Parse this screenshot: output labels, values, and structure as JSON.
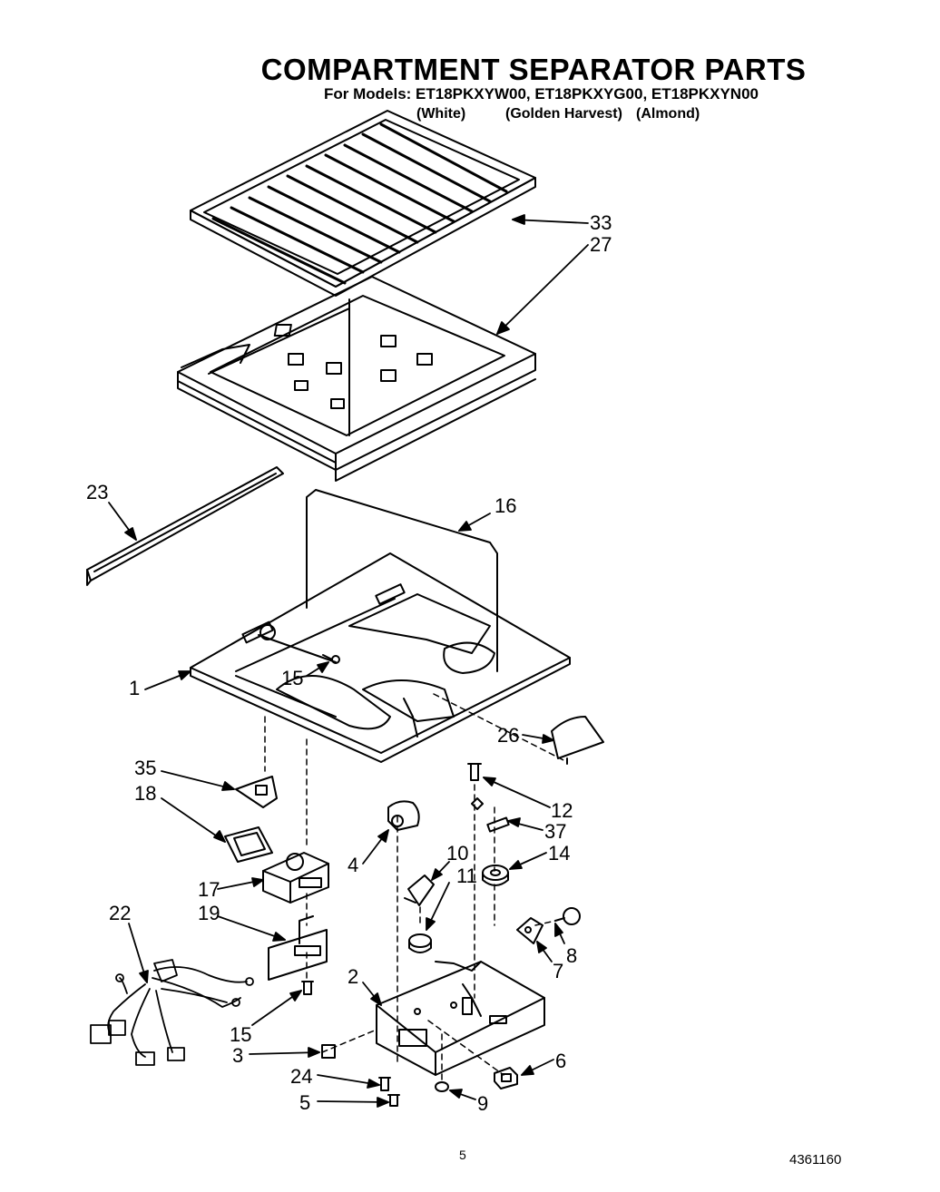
{
  "header": {
    "title": "COMPARTMENT SEPARATOR PARTS",
    "models": "For Models: ET18PKXYW00, ET18PKXYG00, ET18PKXYN00",
    "colors": [
      "(White)",
      "(Golden Harvest)",
      "(Almond)"
    ]
  },
  "callouts": {
    "c33": "33",
    "c27": "27",
    "c23": "23",
    "c16": "16",
    "c1": "1",
    "c15a": "15",
    "c26": "26",
    "c35": "35",
    "c18": "18",
    "c12": "12",
    "c37": "37",
    "c4": "4",
    "c10": "10",
    "c11": "11",
    "c14": "14",
    "c17": "17",
    "c22": "22",
    "c19": "19",
    "c8": "8",
    "c7": "7",
    "c2": "2",
    "c15b": "15",
    "c3": "3",
    "c6": "6",
    "c24": "24",
    "c5": "5",
    "c9": "9"
  },
  "footer": {
    "page": "5",
    "doc_number": "4361160"
  }
}
